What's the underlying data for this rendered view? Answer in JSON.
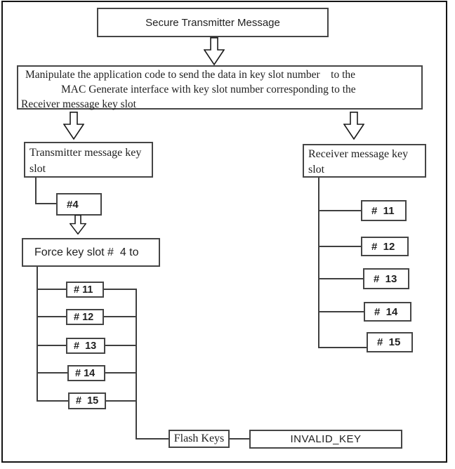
{
  "diagram": {
    "nodes": {
      "secure_transmitter": "Secure Transmitter Message",
      "manipulate_line1": "Manipulate the application code to send the data in key slot number    to the",
      "manipulate_line2": "MAC Generate interface with key slot number corresponding to the",
      "manipulate_line3": "Receiver message key slot",
      "transmitter_key_slot": "Transmitter message key slot",
      "receiver_key_slot": "Receiver message key slot",
      "transmitter_slot_number": "#4",
      "force_key_slot": "Force key slot #  4 to",
      "flash_keys": "Flash Keys",
      "invalid_key": "INVALID_KEY"
    },
    "transmitter_forced_slots": [
      "# 11",
      "# 12",
      "#  13",
      "# 14",
      "#  15"
    ],
    "receiver_slots": [
      "#  11",
      "#  12",
      "#  13",
      "#  14",
      "#  15"
    ],
    "colors": {
      "background": "#ffffff",
      "box_border": "#454545",
      "line": "#3f3f3f",
      "text": "#1f1f1f",
      "outer_border": "#141414"
    }
  }
}
